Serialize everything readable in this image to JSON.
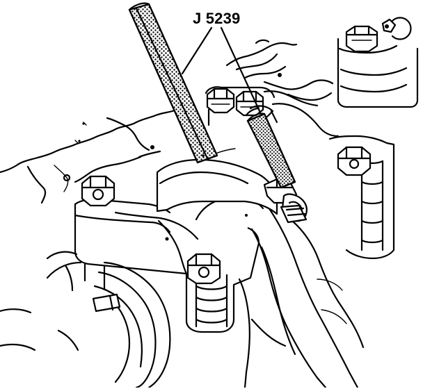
{
  "figure": {
    "callout_label": "J 5239"
  },
  "colors": {
    "ink": "#000000",
    "paper": "#ffffff"
  },
  "icons": {
    "tool": "guide-rod-tool",
    "bolt": "hex-bolt",
    "rod": "connecting-rod"
  }
}
